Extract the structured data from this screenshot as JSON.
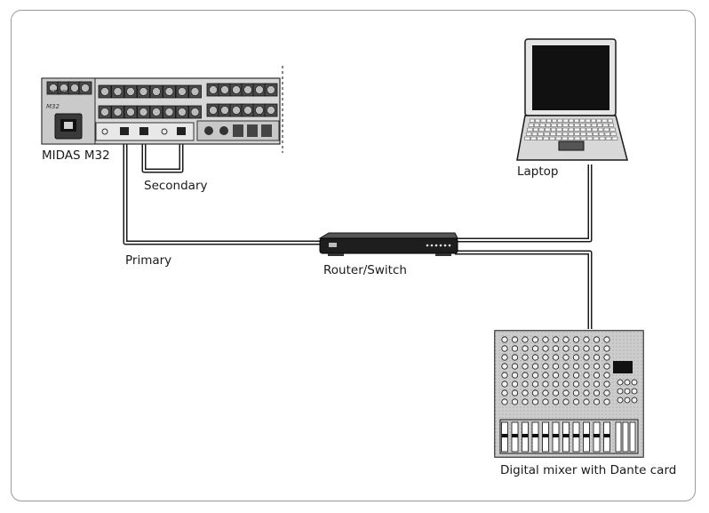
{
  "labels": {
    "console": "MIDAS M32",
    "secondary": "Secondary",
    "primary": "Primary",
    "router": "Router/Switch",
    "laptop": "Laptop",
    "mixer": "Digital mixer with Dante card"
  },
  "console_brand": "MIDAS",
  "console_model": "M32",
  "devices": {
    "console": "rack-console",
    "router": "network-switch",
    "laptop": "laptop-computer",
    "mixer": "mixing-desk"
  },
  "connections": [
    {
      "from": "console",
      "to": "router",
      "label": "Primary"
    },
    {
      "from": "console",
      "to": "console",
      "label": "Secondary"
    },
    {
      "from": "router",
      "to": "laptop",
      "label": ""
    },
    {
      "from": "router",
      "to": "mixer",
      "label": ""
    }
  ]
}
